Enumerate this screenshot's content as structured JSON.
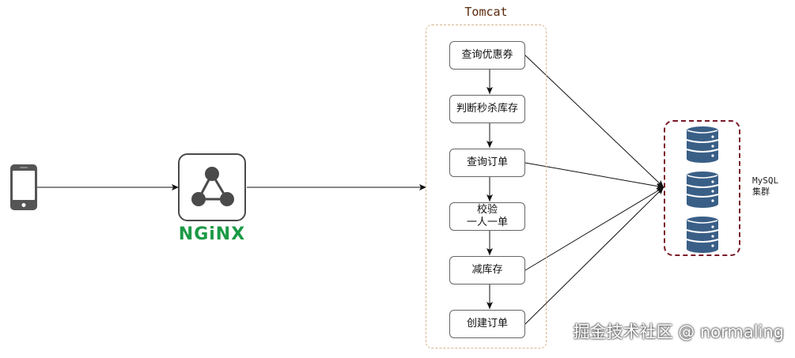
{
  "tomcat": {
    "title": "Tomcat",
    "steps": [
      "查询优惠券",
      "判断秒杀库存",
      "查询订单",
      "校验\n一人一单",
      "减库存",
      "创建订单"
    ]
  },
  "nginx": {
    "label": "NGiNX"
  },
  "mysql": {
    "label": "MySQL\n集群"
  },
  "icons": {
    "client": "mobile-phone-icon",
    "proxy": "nginx-logo-icon",
    "database": "database-icon"
  },
  "watermark": "掘金技术社区 @ normaling",
  "colors": {
    "nginx_green": "#1a9a45",
    "tomcat_frame": "#d9b48a",
    "cluster_frame": "#7a1a28",
    "database_blue": "#3a5f87"
  }
}
